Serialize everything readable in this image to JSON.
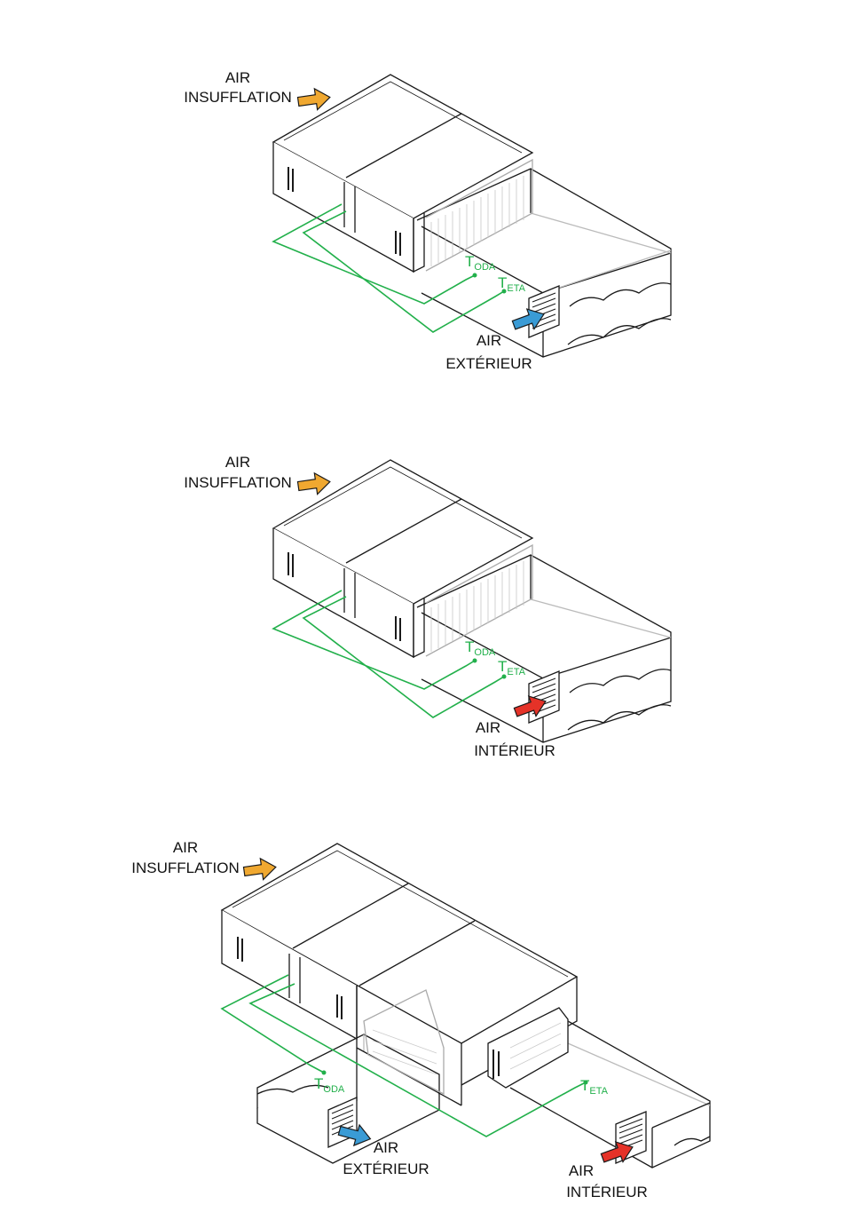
{
  "colors": {
    "sensor_green": "#22b04b",
    "supply_arrow": "#f0a830",
    "outdoor_arrow": "#3a9bd5",
    "indoor_arrow": "#e53228",
    "line": "#1a1a1a",
    "faint": "#b8b8b8"
  },
  "icons": [
    "supply-air-arrow-icon",
    "outdoor-air-arrow-icon",
    "indoor-air-arrow-icon",
    "grille-icon",
    "sensor-point-icon"
  ],
  "diagrams": [
    {
      "supply_label": [
        "AIR",
        "INSUFFLATION"
      ],
      "inlet_label": [
        "AIR",
        "EXTÉRIEUR"
      ],
      "sensor_oda": {
        "main": "T",
        "sub": "ODA"
      },
      "sensor_eta": {
        "main": "T",
        "sub": "ETA"
      }
    },
    {
      "supply_label": [
        "AIR",
        "INSUFFLATION"
      ],
      "inlet_label": [
        "AIR",
        "INTÉRIEUR"
      ],
      "sensor_oda": {
        "main": "T",
        "sub": "ODA"
      },
      "sensor_eta": {
        "main": "T",
        "sub": "ETA"
      }
    },
    {
      "supply_label": [
        "AIR",
        "INSUFFLATION"
      ],
      "outdoor_label": [
        "AIR",
        "EXTÉRIEUR"
      ],
      "indoor_label": [
        "AIR",
        "INTÉRIEUR"
      ],
      "sensor_oda": {
        "main": "T",
        "sub": "ODA"
      },
      "sensor_eta": {
        "main": "T",
        "sub": "ETA"
      }
    }
  ]
}
